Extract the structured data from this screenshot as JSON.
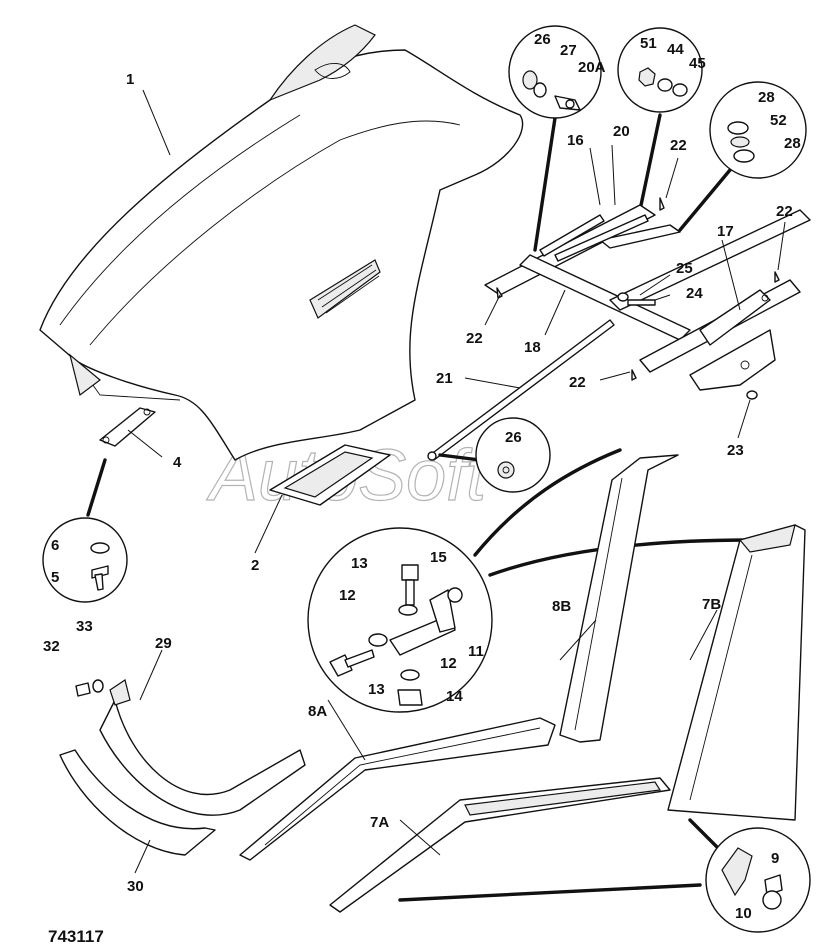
{
  "diagram": {
    "reference_number": "743117",
    "watermark": "AutoSoft",
    "callouts": [
      {
        "id": "c1",
        "text": "1"
      },
      {
        "id": "c2",
        "text": "2"
      },
      {
        "id": "c4",
        "text": "4"
      },
      {
        "id": "c5",
        "text": "5"
      },
      {
        "id": "c6",
        "text": "6"
      },
      {
        "id": "c7a",
        "text": "7A"
      },
      {
        "id": "c7b",
        "text": "7B"
      },
      {
        "id": "c8a",
        "text": "8A"
      },
      {
        "id": "c8b",
        "text": "8B"
      },
      {
        "id": "c9",
        "text": "9"
      },
      {
        "id": "c10",
        "text": "10"
      },
      {
        "id": "c11",
        "text": "11"
      },
      {
        "id": "c12a",
        "text": "12"
      },
      {
        "id": "c12b",
        "text": "12"
      },
      {
        "id": "c13a",
        "text": "13"
      },
      {
        "id": "c13b",
        "text": "13"
      },
      {
        "id": "c14",
        "text": "14"
      },
      {
        "id": "c15",
        "text": "15"
      },
      {
        "id": "c16",
        "text": "16"
      },
      {
        "id": "c17",
        "text": "17"
      },
      {
        "id": "c18",
        "text": "18"
      },
      {
        "id": "c20",
        "text": "20"
      },
      {
        "id": "c20a",
        "text": "20A"
      },
      {
        "id": "c21",
        "text": "21"
      },
      {
        "id": "c22a",
        "text": "22"
      },
      {
        "id": "c22b",
        "text": "22"
      },
      {
        "id": "c22c",
        "text": "22"
      },
      {
        "id": "c22d",
        "text": "22"
      },
      {
        "id": "c23",
        "text": "23"
      },
      {
        "id": "c24",
        "text": "24"
      },
      {
        "id": "c25",
        "text": "25"
      },
      {
        "id": "c26a",
        "text": "26"
      },
      {
        "id": "c26b",
        "text": "26"
      },
      {
        "id": "c27",
        "text": "27"
      },
      {
        "id": "c28a",
        "text": "28"
      },
      {
        "id": "c28b",
        "text": "28"
      },
      {
        "id": "c29",
        "text": "29"
      },
      {
        "id": "c30",
        "text": "30"
      },
      {
        "id": "c32",
        "text": "32"
      },
      {
        "id": "c33",
        "text": "33"
      },
      {
        "id": "c44",
        "text": "44"
      },
      {
        "id": "c45",
        "text": "45"
      },
      {
        "id": "c51",
        "text": "51"
      },
      {
        "id": "c52",
        "text": "52"
      }
    ]
  }
}
